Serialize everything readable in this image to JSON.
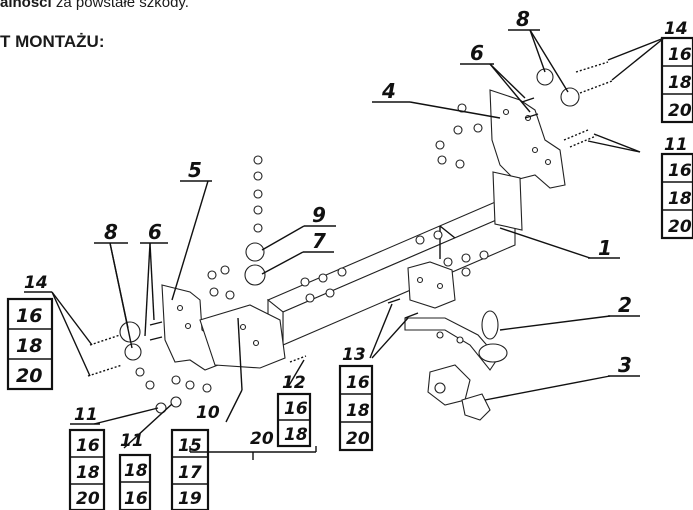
{
  "header": {
    "line1_bold": "alności",
    "line1_rest": " za powstałe szkody.",
    "line2": "T MONTAŻU:"
  },
  "labels": {
    "part_1": "1",
    "part_2": "2",
    "part_3": "3",
    "part_4": "4",
    "part_5": "5",
    "part_6_left": "6",
    "part_6_right": "6",
    "part_7": "7",
    "part_8_left": "8",
    "part_8_right": "8",
    "part_9": "9",
    "part_10": "10",
    "part_11_left": "11",
    "part_11_mid": "11",
    "part_11_right": "11",
    "part_12": "12",
    "part_13": "13",
    "part_14_left": "14",
    "part_14_right": "14",
    "size_20_bottom": "20"
  },
  "size_stacks": {
    "right_14": [
      "16",
      "18",
      "20"
    ],
    "right_11": [
      "16",
      "18",
      "20"
    ],
    "left_14": [
      "16",
      "18",
      "20"
    ],
    "left_11": [
      "16",
      "18",
      "20"
    ],
    "mid_11": [
      "18",
      "16"
    ],
    "part_10": [
      "15",
      "17",
      "19"
    ],
    "part_12": [
      "16",
      "18"
    ],
    "part_13": [
      "16",
      "18",
      "20"
    ]
  }
}
